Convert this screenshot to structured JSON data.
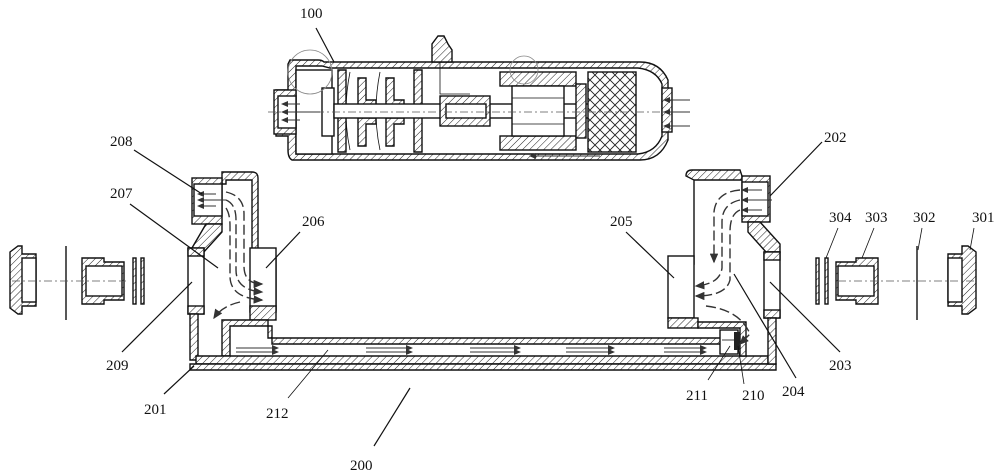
{
  "figure": {
    "type": "patent-diagram",
    "subject": "compressor with integrated gas-liquid separator housing",
    "line_color": "#111111",
    "background": "#ffffff"
  },
  "labels": [
    {
      "id": "100",
      "text": "100",
      "refers_to": "compressor"
    },
    {
      "id": "200",
      "text": "200",
      "refers_to": "housing assembly"
    },
    {
      "id": "201",
      "text": "201",
      "refers_to": "housing base"
    },
    {
      "id": "202",
      "text": "202",
      "refers_to": "right inlet port"
    },
    {
      "id": "203",
      "text": "203",
      "refers_to": "right end opening"
    },
    {
      "id": "204",
      "text": "204",
      "refers_to": "right chamber"
    },
    {
      "id": "205",
      "text": "205",
      "refers_to": "right inner opening"
    },
    {
      "id": "206",
      "text": "206",
      "refers_to": "left inner opening"
    },
    {
      "id": "207",
      "text": "207",
      "refers_to": "left chamber"
    },
    {
      "id": "208",
      "text": "208",
      "refers_to": "left inlet port"
    },
    {
      "id": "209",
      "text": "209",
      "refers_to": "left end opening"
    },
    {
      "id": "210",
      "text": "210",
      "refers_to": "valve element"
    },
    {
      "id": "211",
      "text": "211",
      "refers_to": "valve seat"
    },
    {
      "id": "212",
      "text": "212",
      "refers_to": "connecting channel"
    },
    {
      "id": "301",
      "text": "301",
      "refers_to": "end cap"
    },
    {
      "id": "302",
      "text": "302",
      "refers_to": "gasket"
    },
    {
      "id": "303",
      "text": "303",
      "refers_to": "plug sleeve"
    },
    {
      "id": "304",
      "text": "304",
      "refers_to": "sealing rings"
    }
  ]
}
